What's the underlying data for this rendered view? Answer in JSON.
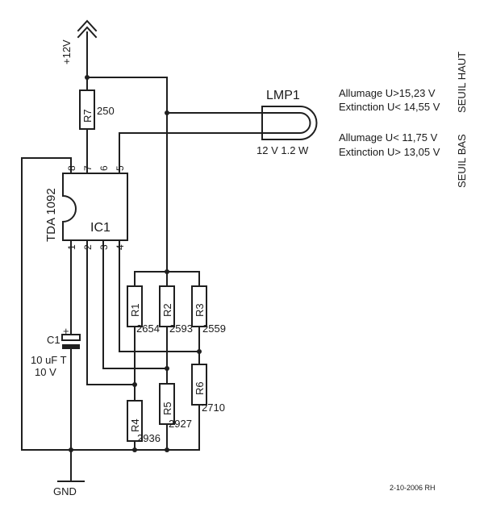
{
  "power": {
    "vcc_label": "+12V",
    "gnd_label": "GND"
  },
  "ic": {
    "part_number": "TDA 1092",
    "designator": "IC1",
    "pins": [
      "1",
      "2",
      "3",
      "4",
      "5",
      "6",
      "7",
      "8"
    ]
  },
  "lamp": {
    "designator": "LMP1",
    "rating": "12 V 1.2 W"
  },
  "resistors": [
    {
      "name": "R7",
      "value": "250"
    },
    {
      "name": "R1",
      "value": "2654"
    },
    {
      "name": "R2",
      "value": "2593"
    },
    {
      "name": "R3",
      "value": "2559"
    },
    {
      "name": "R4",
      "value": "2936"
    },
    {
      "name": "R5",
      "value": "2927"
    },
    {
      "name": "R6",
      "value": "2710"
    }
  ],
  "capacitor": {
    "name": "C1",
    "polarity": "+",
    "value": "10 uF T",
    "voltage": "10 V"
  },
  "thresholds": {
    "high": {
      "label": "SEUIL HAUT",
      "on": "Allumage U>15,23 V",
      "off": "Extinction U< 14,55 V"
    },
    "low": {
      "label": "SEUIL BAS",
      "on": "Allumage U< 11,75 V",
      "off": "Extinction U> 13,05 V"
    }
  },
  "footer": "2-10-2006 RH"
}
